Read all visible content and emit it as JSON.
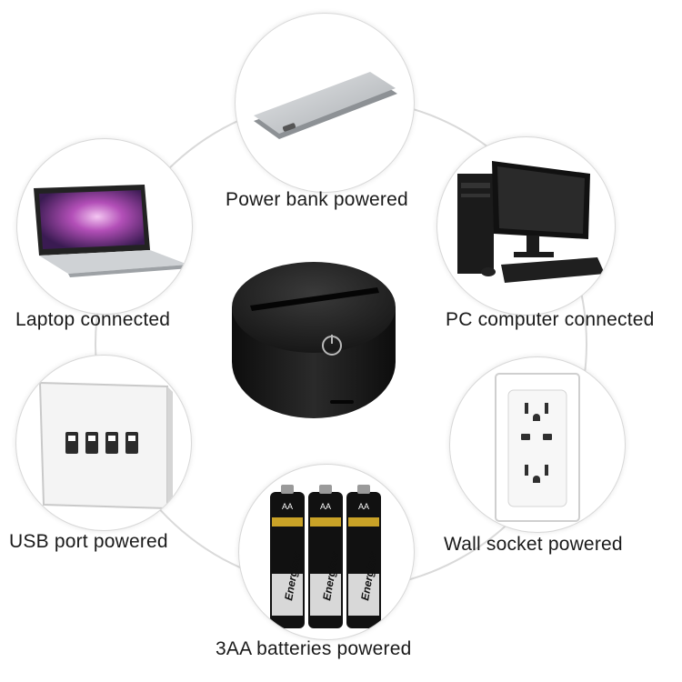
{
  "labels": {
    "power_bank": "Power bank powered",
    "laptop": "Laptop connected",
    "pc": "PC computer connected",
    "usb": "USB port powered",
    "wall": "Wall socket powered",
    "batteries": "3AA batteries powered"
  },
  "battery_brand": "Energizer",
  "battery_size": "AA",
  "icons": {
    "power_bank": "power-bank-icon",
    "laptop": "laptop-icon",
    "pc": "desktop-computer-icon",
    "usb": "usb-hub-icon",
    "wall": "wall-socket-icon",
    "batteries": "aa-battery-icon",
    "hub": "led-lamp-base-icon"
  }
}
